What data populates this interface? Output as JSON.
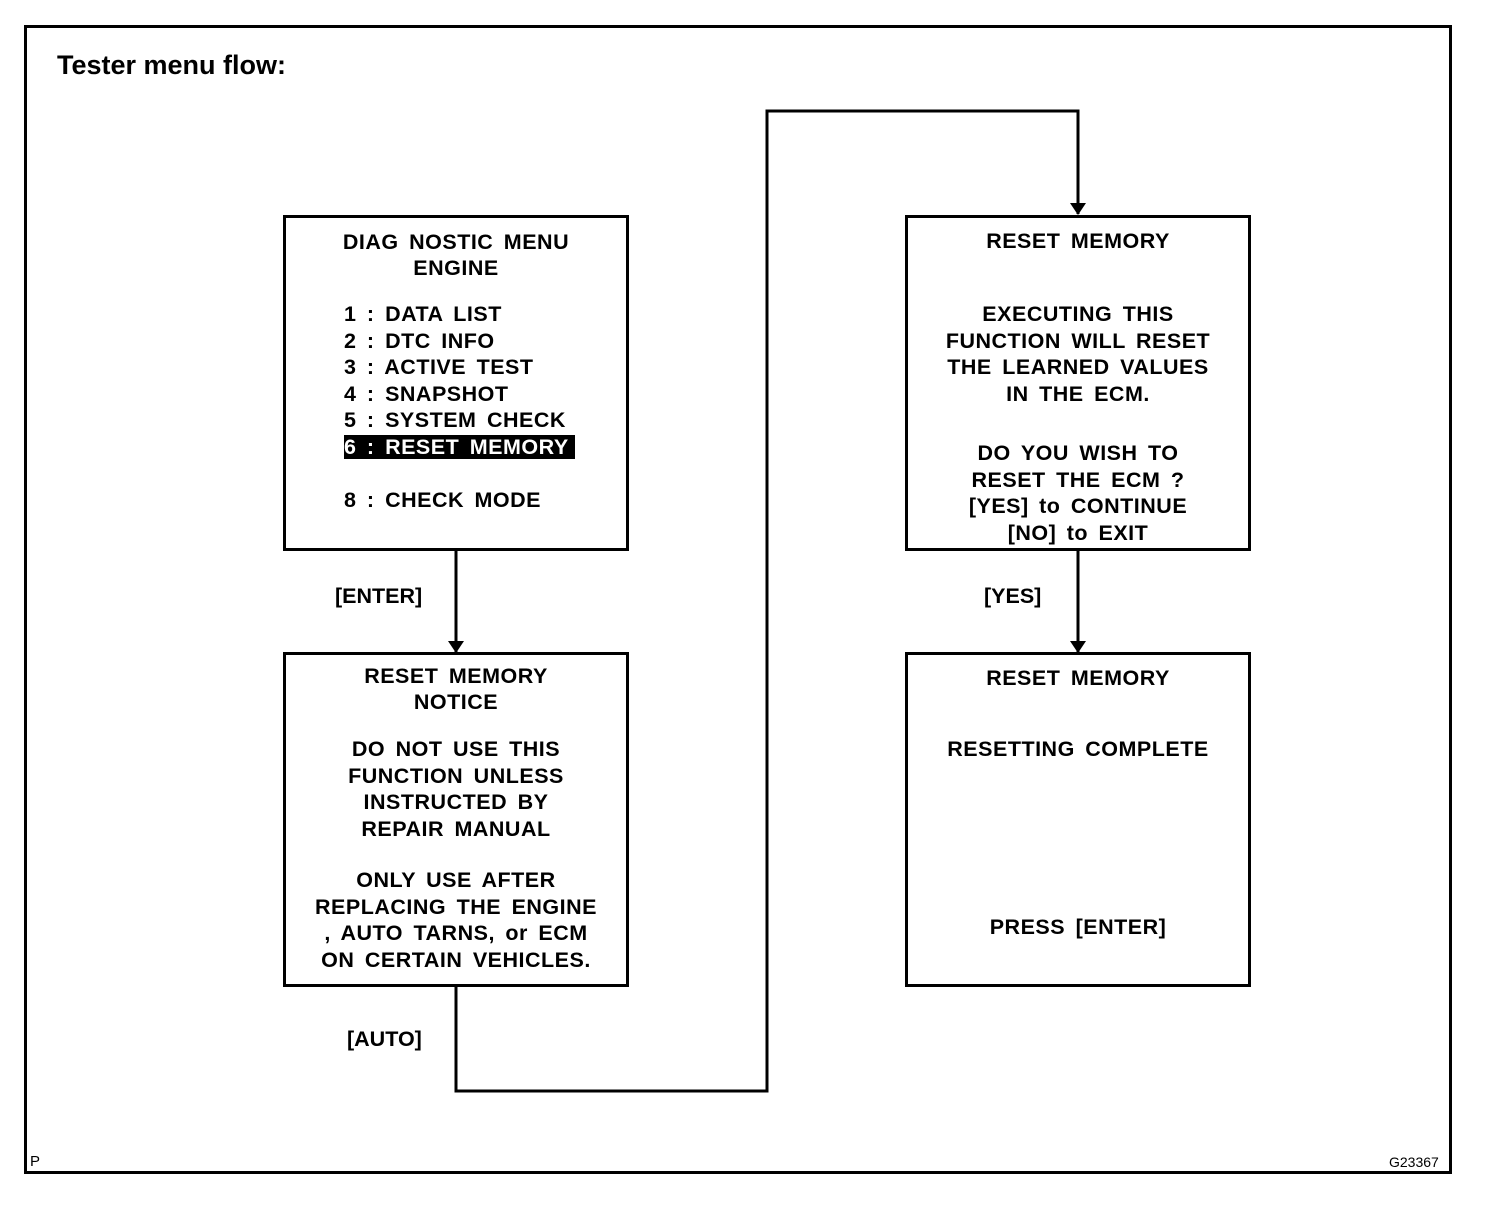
{
  "title": "Tester menu flow:",
  "boxes": {
    "diag": {
      "heading": [
        "DIAG NOSTIC  MENU",
        "ENGINE"
      ],
      "items": [
        "1 :  DATA  LIST",
        "2 :  DTC  INFO",
        "3 :  ACTIVE TEST",
        "4 :  SNAPSHOT",
        "5 :  SYSTEM  CHECK",
        "6 :  RESET  MEMORY",
        "8 :  CHECK  MODE"
      ],
      "selected_index": 5
    },
    "notice": {
      "lines": [
        "RESET  MEMORY",
        "NOTICE",
        "DO  NOT  USE  THIS",
        "FUNCTION  UNLESS",
        "INSTRUCTED  BY",
        "REPAIR  MANUAL",
        "ONLY  USE  AFTER",
        "REPLACING  THE  ENGINE",
        ",  AUTO  TARNS,  or  ECM",
        "ON  CERTAIN  VEHICLES."
      ]
    },
    "confirm": {
      "lines": [
        "RESET  MEMORY",
        "EXECUTING  THIS",
        "FUNCTION  WILL  RESET",
        "THE  LEARNED  VALUES",
        "IN  THE  ECM.",
        "DO  YOU  WISH  TO",
        "RESET  THE  ECM ?",
        "[YES]  to  CONTINUE",
        "[NO]  to  EXIT"
      ]
    },
    "complete": {
      "lines": [
        "RESET  MEMORY",
        "RESETTING  COMPLETE",
        "PRESS  [ENTER]"
      ]
    }
  },
  "edges": {
    "enter": "[ENTER]",
    "auto": "[AUTO]",
    "yes": "[YES]"
  },
  "corner_left": "P",
  "figure_id": "G23367"
}
